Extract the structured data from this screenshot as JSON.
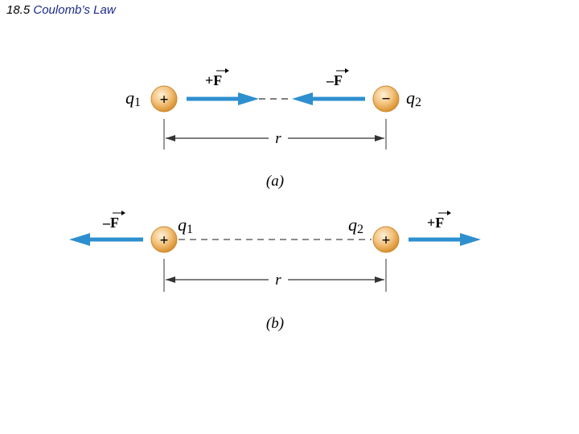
{
  "header": {
    "section_number": "18.5",
    "section_title": "Coulomb’s Law"
  },
  "colors": {
    "arrow": "#2e8fcf",
    "charge_light": "#fbe2bb",
    "charge_dark": "#d9902e",
    "title": "#1a2a8c"
  },
  "icons": {
    "positive": "plus-sign",
    "negative": "minus-sign"
  },
  "diagram_a": {
    "left_charge": {
      "name": "q",
      "sub": "1",
      "sign": "+"
    },
    "right_charge": {
      "name": "q",
      "sub": "2",
      "sign": "−"
    },
    "left_force": {
      "sign": "+",
      "symbol": "F"
    },
    "right_force": {
      "sign": "–",
      "symbol": "F"
    },
    "distance_label": "r",
    "caption": "(a)"
  },
  "diagram_b": {
    "left_charge": {
      "name": "q",
      "sub": "1",
      "sign": "+"
    },
    "right_charge": {
      "name": "q",
      "sub": "2",
      "sign": "+"
    },
    "left_force": {
      "sign": "–",
      "symbol": "F"
    },
    "right_force": {
      "sign": "+",
      "symbol": "F"
    },
    "distance_label": "r",
    "caption": "(b)"
  }
}
